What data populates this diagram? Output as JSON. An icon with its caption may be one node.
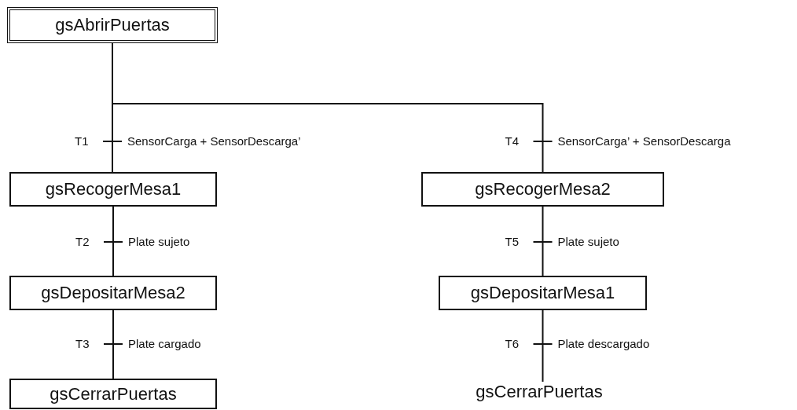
{
  "diagram": {
    "nodes": [
      {
        "text": [
          "gsAbrirPuertas"
        ]
      },
      {
        "text": [
          "gsRecogerMesa1"
        ]
      },
      {
        "text": [
          "gsDepositarMesa2"
        ]
      },
      {
        "text": [
          "gsCerrarPuertas"
        ]
      },
      {
        "text": [
          "gsRecogerMesa2"
        ]
      },
      {
        "text": [
          "gsDepositarMesa1"
        ]
      },
      {
        "text": [
          "gsCerrarPuertas"
        ]
      }
    ],
    "edges": [
      {
        "from": 0,
        "to": 1,
        "arrow": "none",
        "label": "SensorCarga + SensorDescarga’"
      },
      {
        "from": 0,
        "to": 4,
        "arrow": "none",
        "label": "SensorCarga’ + SensorDescarga"
      },
      {
        "from": 1,
        "to": 2,
        "arrow": "none",
        "label": "Plate sujeto"
      },
      {
        "from": 2,
        "to": 3,
        "arrow": "none",
        "label": "Plate cargado"
      },
      {
        "from": 4,
        "to": 5,
        "arrow": "none",
        "label": "Plate sujeto"
      },
      {
        "from": 5,
        "to": 6,
        "arrow": "none",
        "label": "Plate descargado"
      }
    ],
    "labels": [
      "T1",
      "T4",
      "T2",
      "T3",
      "T5",
      "T6"
    ]
  }
}
